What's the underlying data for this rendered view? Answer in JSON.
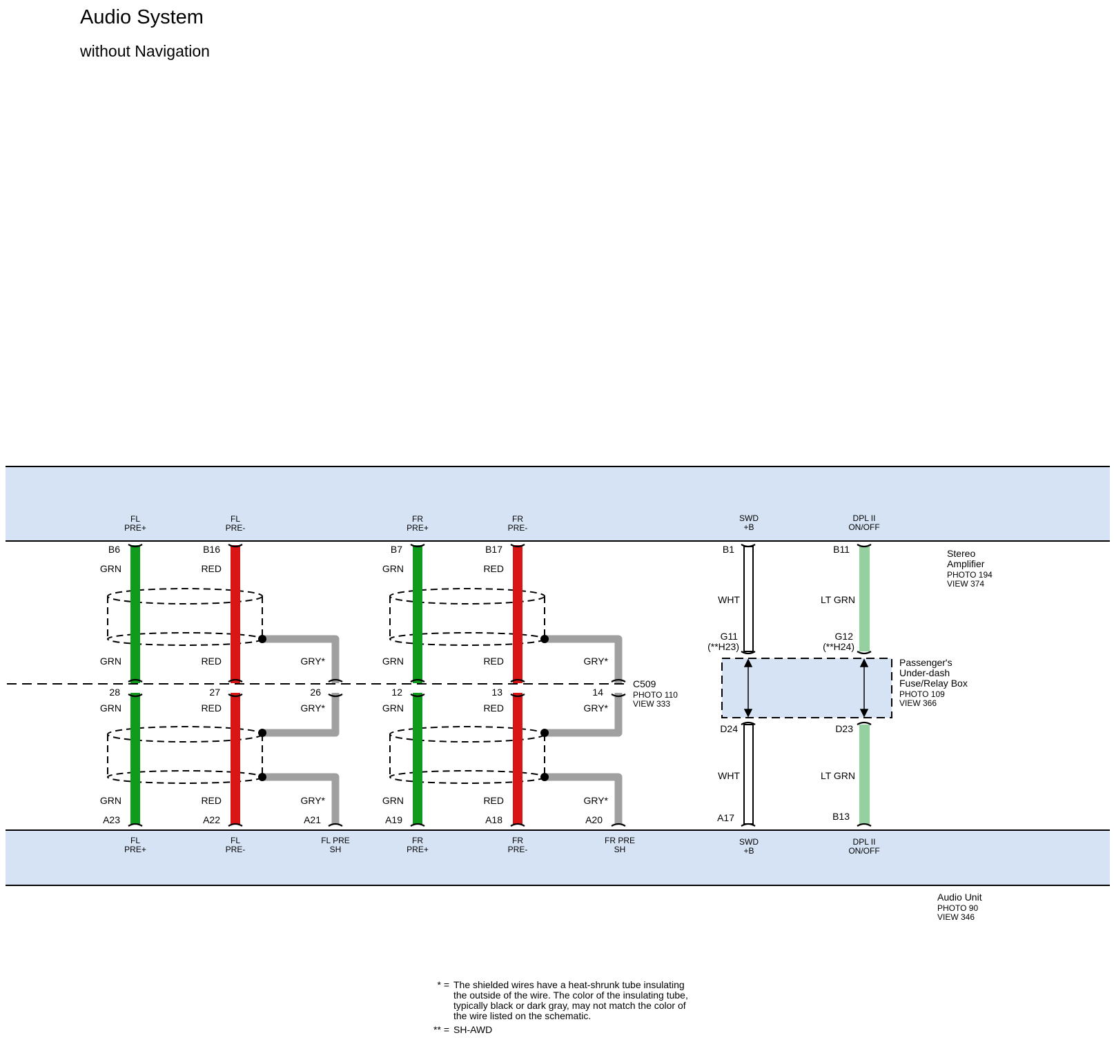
{
  "header": {
    "title": "Audio System",
    "subtitle": "without Navigation"
  },
  "colors": {
    "band": "#d5e3f4",
    "green": "#109b1c",
    "red": "#d81616",
    "gray": "#a0a0a0",
    "lt_green": "#95d1a0",
    "white_wire": "#ffffff",
    "ref_blue": "#1a1aa6"
  },
  "stereo_amp": {
    "name_line1": "Stereo",
    "name_line2": "Amplifier",
    "photo": "PHOTO 194",
    "view": "VIEW 374",
    "pins": {
      "fl_plus": [
        "FL",
        "PRE+"
      ],
      "fl_minus": [
        "FL",
        "PRE-"
      ],
      "fr_plus": [
        "FR",
        "PRE+"
      ],
      "fr_minus": [
        "FR",
        "PRE-"
      ],
      "swd": [
        "SWD",
        "+B"
      ],
      "dpl": [
        "DPL II",
        "ON/OFF"
      ]
    }
  },
  "audio_unit": {
    "name": "Audio Unit",
    "photo": "PHOTO 90",
    "view": "VIEW 346",
    "pins": {
      "fl_plus": [
        "FL",
        "PRE+"
      ],
      "fl_minus": [
        "FL",
        "PRE-"
      ],
      "fl_sh": [
        "FL PRE",
        "SH"
      ],
      "fr_plus": [
        "FR",
        "PRE+"
      ],
      "fr_minus": [
        "FR",
        "PRE-"
      ],
      "fr_sh": [
        "FR PRE",
        "SH"
      ],
      "swd": [
        "SWD",
        "+B"
      ],
      "dpl": [
        "DPL II",
        "ON/OFF"
      ]
    }
  },
  "connector_c509": {
    "name": "C509",
    "photo": "PHOTO 110",
    "view": "VIEW 333"
  },
  "fuse_box": {
    "line1": "Passenger's",
    "line2": "Under-dash",
    "line3": "Fuse/Relay Box",
    "photo": "PHOTO 109",
    "view": "VIEW 366"
  },
  "wires": {
    "fl_plus": {
      "top_pin": "B6",
      "c509_pin": "28",
      "bottom_pin": "A23",
      "colors": [
        "GRN",
        "GRN",
        "GRN",
        "GRN"
      ]
    },
    "fl_minus": {
      "top_pin": "B16",
      "c509_pin": "27",
      "bottom_pin": "A22",
      "colors": [
        "RED",
        "RED",
        "RED",
        "RED"
      ]
    },
    "fl_sh": {
      "c509_pin": "26",
      "bottom_pin": "A21",
      "colors": [
        "GRY*",
        "GRY*",
        "GRY*"
      ]
    },
    "fr_plus": {
      "top_pin": "B7",
      "c509_pin": "12",
      "bottom_pin": "A19",
      "colors": [
        "GRN",
        "GRN",
        "GRN",
        "GRN"
      ]
    },
    "fr_minus": {
      "top_pin": "B17",
      "c509_pin": "13",
      "bottom_pin": "A18",
      "colors": [
        "RED",
        "RED",
        "RED",
        "RED"
      ]
    },
    "fr_sh": {
      "c509_pin": "14",
      "bottom_pin": "A20",
      "colors": [
        "GRY*",
        "GRY*",
        "GRY*"
      ]
    },
    "swd": {
      "top_pin": "B1",
      "fuse_top_pin": "G11",
      "fuse_top_alt": "(**H23)",
      "fuse_bottom_pin": "D24",
      "bottom_pin": "A17",
      "colors": [
        "WHT",
        "WHT"
      ]
    },
    "dpl": {
      "top_pin": "B11",
      "fuse_top_pin": "G12",
      "fuse_top_alt": "(**H24)",
      "fuse_bottom_pin": "D23",
      "bottom_pin": "B13",
      "colors": [
        "LT GRN",
        "LT GRN"
      ]
    }
  },
  "notes": {
    "n1_mark": "* =",
    "n1_lines": [
      "The shielded wires have a heat-shrunk tube insulating",
      "the outside of the wire. The color of the insulating tube,",
      "typically black or dark gray, may not match the color of",
      "the wire listed on the schematic."
    ],
    "n2_mark": "** =",
    "n2_text": "SH-AWD"
  }
}
